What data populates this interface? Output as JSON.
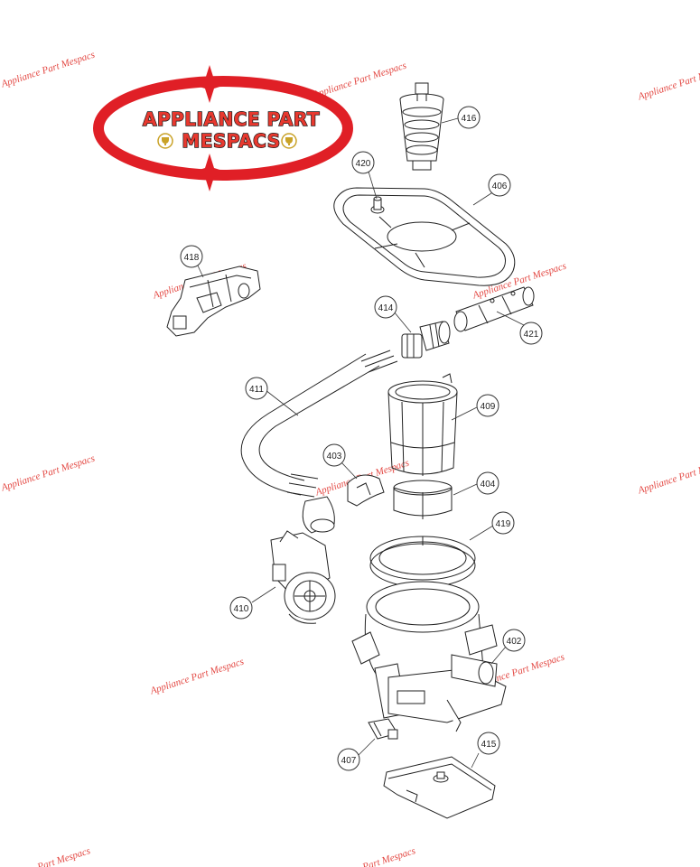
{
  "logo": {
    "line1": "APPLIANCE PART",
    "line2": "MESPACS",
    "colors": {
      "ring": "#e01f26",
      "text": "#e8392f",
      "outline": "#1a1a1a",
      "badge": "#c9a227"
    },
    "icons": [
      "trophy-icon",
      "trophy-icon"
    ]
  },
  "watermark": {
    "text": "Appliance Part Mespacs",
    "text_top_left": "Appliance Part Mespacs",
    "text_bottom_left": "Part Mespacs",
    "text_bottom_center": "Part Mespacs",
    "color": "#e0342e"
  },
  "callouts": {
    "c416": "416",
    "c420": "420",
    "c406": "406",
    "c418": "418",
    "c414": "414",
    "c421": "421",
    "c411": "411",
    "c409": "409",
    "c403": "403",
    "c404": "404",
    "c419": "419",
    "c410": "410",
    "c402": "402",
    "c415": "415",
    "c407": "407"
  }
}
